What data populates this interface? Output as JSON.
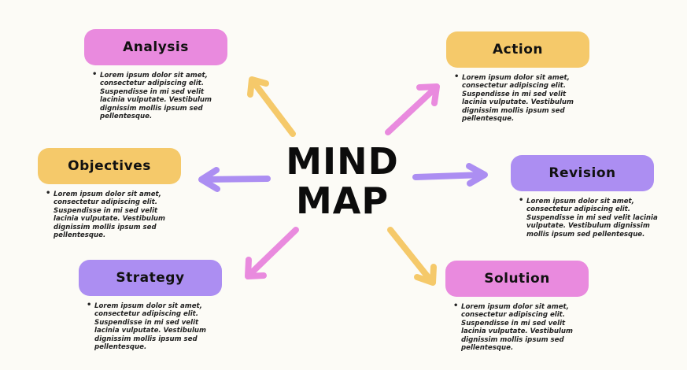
{
  "center": {
    "line1": "MIND",
    "line2": "MAP"
  },
  "colors": {
    "pink": "#e98ade",
    "yellow": "#f5c96a",
    "purple": "#ac8ef2"
  },
  "nodes": [
    {
      "id": "analysis",
      "title": "Analysis",
      "color": "#e98ade",
      "text": "Lorem ipsum dolor sit amet, consectetur adipiscing elit. Suspendisse in mi sed velit lacinia vulputate. Vestibulum dignissim mollis ipsum sed pellentesque."
    },
    {
      "id": "action",
      "title": "Action",
      "color": "#f5c96a",
      "text": "Lorem ipsum dolor sit amet, consectetur adipiscing elit. Suspendisse in mi sed velit lacinia vulputate. Vestibulum dignissim mollis ipsum sed pellentesque."
    },
    {
      "id": "objectives",
      "title": "Objectives",
      "color": "#f5c96a",
      "text": "Lorem ipsum dolor sit amet, consectetur adipiscing elit. Suspendisse in mi sed velit lacinia vulputate. Vestibulum dignissim mollis ipsum sed pellentesque."
    },
    {
      "id": "revision",
      "title": "Revision",
      "color": "#ac8ef2",
      "text": "Lorem ipsum dolor sit amet, consectetur adipiscing elit. Suspendisse in mi sed velit lacinia vulputate. Vestibulum dignissim mollis ipsum sed pellentesque."
    },
    {
      "id": "strategy",
      "title": "Strategy",
      "color": "#ac8ef2",
      "text": "Lorem ipsum dolor sit amet, consectetur adipiscing elit. Suspendisse in mi sed velit lacinia vulputate. Vestibulum dignissim mollis ipsum sed pellentesque."
    },
    {
      "id": "solution",
      "title": "Solution",
      "color": "#e98ade",
      "text": "Lorem ipsum dolor sit amet, consectetur adipiscing elit. Suspendisse in mi sed velit lacinia vulputate. Vestibulum dignissim mollis ipsum sed pellentesque."
    }
  ],
  "arrows": [
    {
      "target": "analysis",
      "color": "#f5c96a"
    },
    {
      "target": "action",
      "color": "#e98ade"
    },
    {
      "target": "objectives",
      "color": "#ac8ef2"
    },
    {
      "target": "revision",
      "color": "#ac8ef2"
    },
    {
      "target": "strategy",
      "color": "#e98ade"
    },
    {
      "target": "solution",
      "color": "#f5c96a"
    }
  ]
}
